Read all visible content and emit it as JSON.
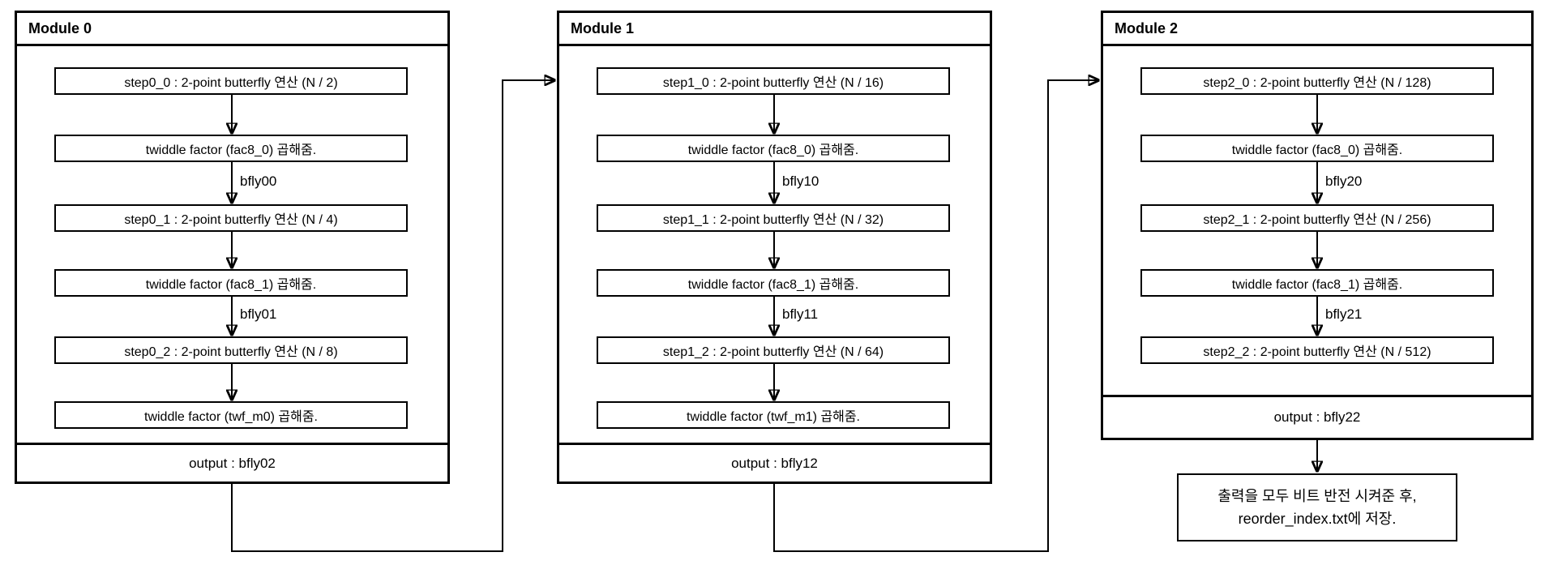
{
  "diagram": {
    "modules": [
      {
        "title": "Module 0",
        "steps": [
          "step0_0 : 2-point butterfly 연산 (N / 2)",
          "twiddle factor (fac8_0) 곱해줌.",
          "step0_1 : 2-point butterfly 연산 (N / 4)",
          "twiddle factor (fac8_1) 곱해줌.",
          "step0_2 : 2-point butterfly 연산 (N / 8)",
          "twiddle factor (twf_m0) 곱해줌."
        ],
        "arrow_labels": [
          "bfly00",
          "bfly01"
        ],
        "output": "output : bfly02"
      },
      {
        "title": "Module 1",
        "steps": [
          "step1_0 : 2-point butterfly 연산 (N / 16)",
          "twiddle factor (fac8_0) 곱해줌.",
          "step1_1 : 2-point butterfly 연산 (N / 32)",
          "twiddle factor (fac8_1) 곱해줌.",
          "step1_2 : 2-point butterfly 연산 (N / 64)",
          "twiddle factor (twf_m1) 곱해줌."
        ],
        "arrow_labels": [
          "bfly10",
          "bfly11"
        ],
        "output": "output : bfly12"
      },
      {
        "title": "Module 2",
        "steps": [
          "step2_0 : 2-point butterfly 연산 (N / 128)",
          "twiddle factor (fac8_0) 곱해줌.",
          "step2_1 : 2-point butterfly 연산 (N / 256)",
          "twiddle factor (fac8_1) 곱해줌.",
          "step2_2 : 2-point butterfly 연산 (N / 512)"
        ],
        "arrow_labels": [
          "bfly20",
          "bfly21"
        ],
        "output": "output : bfly22"
      }
    ],
    "final_note": {
      "line1": "출력을 모두 비트 반전 시켜준 후,",
      "line2": "reorder_index.txt에 저장."
    },
    "colors": {
      "line": "#000000",
      "background": "#ffffff",
      "text": "#000000"
    }
  }
}
